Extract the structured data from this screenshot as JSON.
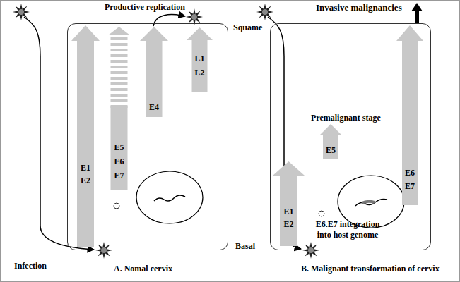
{
  "diagram": {
    "nodes": [
      {
        "text": [
          "A. Nomal cervix"
        ]
      },
      {
        "text": [
          "E1 E2"
        ],
        "in": 0
      },
      {
        "text": [
          "E5 E6 E7"
        ],
        "in": 0
      },
      {
        "text": [
          "E4"
        ],
        "in": 0
      },
      {
        "text": [
          "L1 L2"
        ],
        "in": 0
      },
      {
        "text": [
          "B. Malignant transformation of cervix"
        ]
      },
      {
        "text": [
          "E1 E2"
        ],
        "in": 5
      },
      {
        "text": [
          "E5"
        ],
        "in": 5
      },
      {
        "text": [
          "E6 E7"
        ],
        "in": 5
      }
    ],
    "labels": [
      "Productive replication",
      "Squame",
      "Basal",
      "Infection",
      "Invasive malignancies",
      "Premalignant stage",
      "E6.E7 integration into host genome"
    ]
  }
}
